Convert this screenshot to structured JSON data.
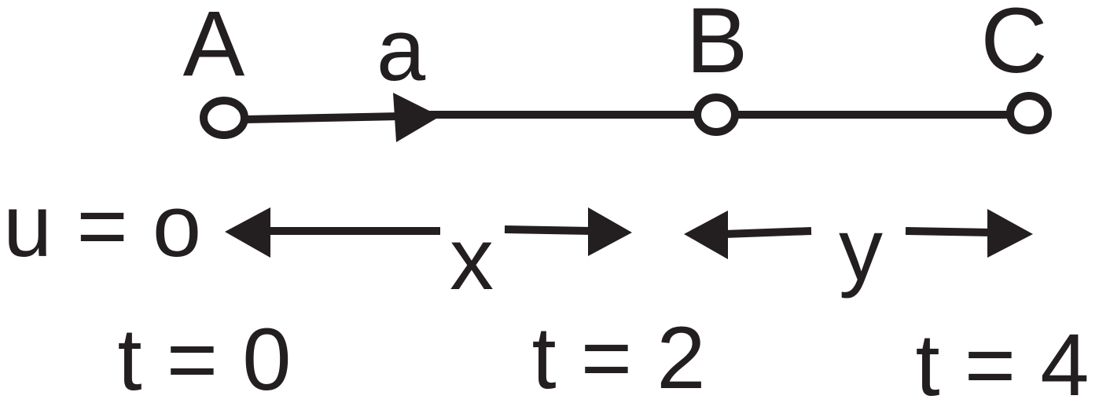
{
  "points": {
    "a": "A",
    "b": "B",
    "c": "C"
  },
  "acceleration_label": "a",
  "initial_velocity": "u = o",
  "segments": {
    "first": "x",
    "second": "y"
  },
  "times": {
    "t0": "t = 0",
    "t2": "t = 2",
    "t4": "t = 4"
  },
  "colors": {
    "ink": "#231f20",
    "background": "#ffffff"
  }
}
